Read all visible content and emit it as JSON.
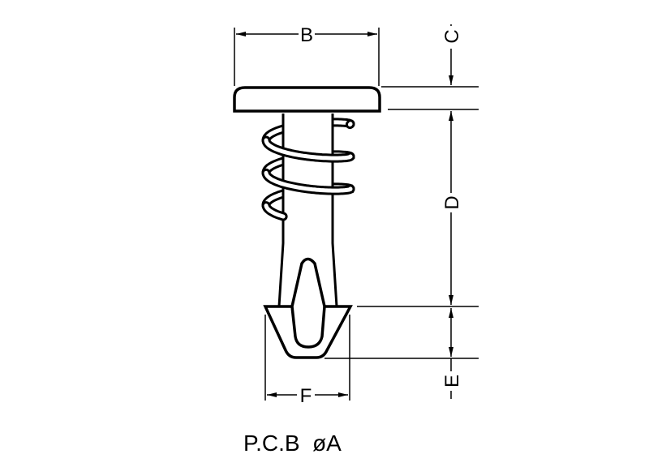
{
  "drawing": {
    "dimensions": {
      "b": "B",
      "c": "C",
      "d": "D",
      "e": "E",
      "f": "F"
    },
    "caption": "P.C.B  øA",
    "line_color": "#000000",
    "background": "#ffffff"
  }
}
